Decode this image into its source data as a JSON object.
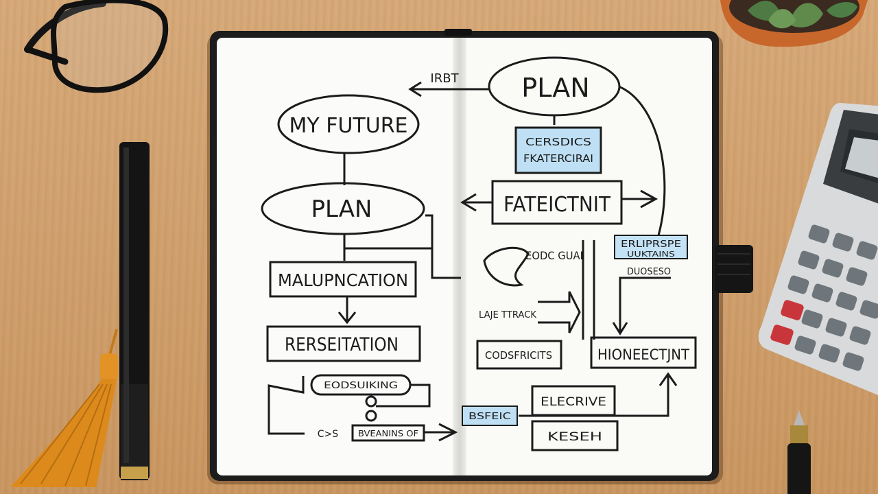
{
  "notebook": {
    "left_page": {
      "oval_top": "MY FUTURE",
      "oval_mid": "PLAN",
      "box_1": "MALUPNCATION",
      "box_2": "RERSEITATION",
      "pill_1": "EODSUIKING",
      "pill_2": "BVEANINS OF",
      "scribble": "C>S"
    },
    "right_page": {
      "note_top": "IRBT",
      "oval_plan": "PLAN",
      "blue_box_line1": "CERSDICS",
      "blue_box_line2": "FKATERCIRAI",
      "box_center": "FATEICTNIT",
      "note_bird": "EODC GUAI",
      "blue_note_line1": "ERLIPRSPE",
      "blue_note_line2": "UUKTAINS",
      "note_under": "DUOSESO",
      "note_arrow": "LAJE TTRACK",
      "box_bottom_left": "CODSFRICITS",
      "box_bottom_right": "HIONEECTJNT",
      "blue_tag": "BSFEIC",
      "box_elective": "ELECRIVE",
      "box_keseh": "KESEH"
    }
  },
  "colors": {
    "desk": "#cf9f6c",
    "paper": "#fbfbf9",
    "cover": "#1c1c1c",
    "ink": "#1b1b1b",
    "highlight_blue": "#bfe0f4",
    "tassel": "#d98a1c",
    "plant_pot": "#c8672c"
  },
  "icons": [
    "glasses-icon",
    "pen-icon",
    "tassel-icon",
    "plant-icon",
    "calculator-icon",
    "fountain-pen-icon",
    "bookmark-icon"
  ]
}
